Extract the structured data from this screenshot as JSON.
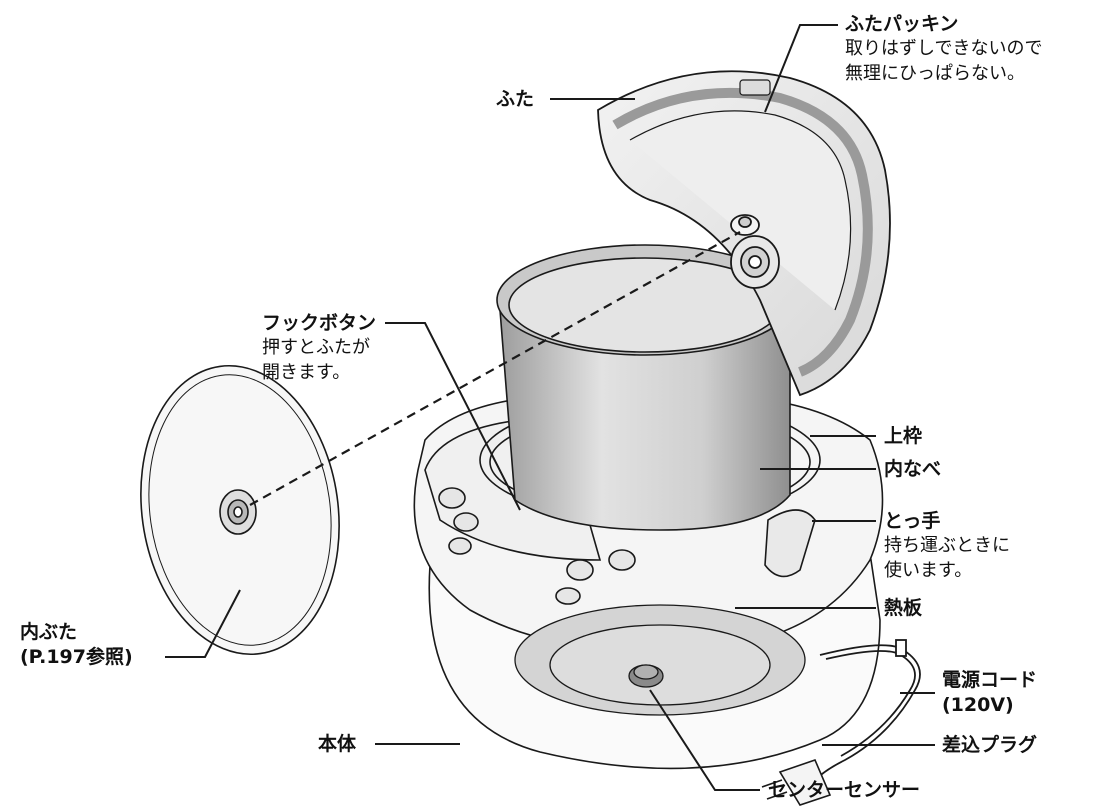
{
  "labels": {
    "lid_packing": {
      "title": "ふたパッキン",
      "note1": "取りはずしできないので",
      "note2": "無理にひっぱらない。"
    },
    "lid": "ふた",
    "hook_button": {
      "title": "フックボタン",
      "note1": "押すとふたが",
      "note2": "開きます。"
    },
    "upper_frame": "上枠",
    "inner_pot": "内なべ",
    "handle": {
      "title": "とっ手",
      "note1": "持ち運ぶときに",
      "note2": "使います。"
    },
    "heating_plate": "熱板",
    "inner_lid": {
      "title": "内ぶた",
      "note": "(P.197参照)"
    },
    "body": "本体",
    "power_cord": {
      "title": "電源コード",
      "note": "(120V)"
    },
    "plug": "差込プラグ",
    "center_sensor": "センターセンサー"
  },
  "colors": {
    "line": "#1a1a1a",
    "lid_shade": "#c8c8c8",
    "pot_shade": "#bdbdbd",
    "plate_shade": "#d4d4d4"
  }
}
